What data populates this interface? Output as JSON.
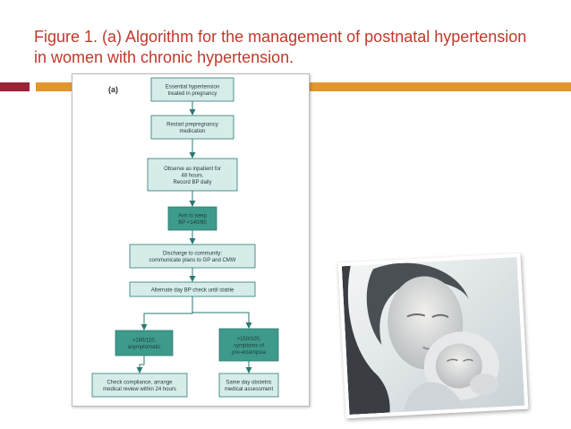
{
  "slide": {
    "title": "Figure 1. (a) Algorithm for the management of postnatal hypertension in women with chronic hypertension."
  },
  "figure": {
    "panel_label": "(a)",
    "nodes": [
      {
        "id": "n1",
        "lines": [
          "Essential hypertension",
          "treated in pregnancy"
        ],
        "style": "light"
      },
      {
        "id": "n2",
        "lines": [
          "Restart prepregnancy",
          "medication"
        ],
        "style": "light"
      },
      {
        "id": "n3",
        "lines": [
          "Observe as inpatient for",
          "48 hours.",
          "Record BP daily"
        ],
        "style": "light"
      },
      {
        "id": "n4",
        "lines": [
          "Aim to keep",
          "BP <140/90"
        ],
        "style": "dark"
      },
      {
        "id": "n5",
        "lines": [
          "Discharge to community:",
          "communicate plans to GP and CMW"
        ],
        "style": "light"
      },
      {
        "id": "n6",
        "lines": [
          "Alternate day BP check  until stable"
        ],
        "style": "light"
      },
      {
        "id": "n7",
        "lines": [
          ">160/110,",
          "asymptomatic"
        ],
        "style": "dark"
      },
      {
        "id": "n8",
        "lines": [
          ">150/100,",
          "symptoms of",
          "pre-eclampsia"
        ],
        "style": "dark"
      },
      {
        "id": "n9",
        "lines": [
          "Check compliance, arrange",
          "medical review within 24 hours"
        ],
        "style": "light"
      },
      {
        "id": "n10",
        "lines": [
          "Same day obstetric",
          "medical assessment"
        ],
        "style": "light"
      }
    ],
    "edges": [
      [
        "n1",
        "n2"
      ],
      [
        "n2",
        "n3"
      ],
      [
        "n3",
        "n4"
      ],
      [
        "n4",
        "n5"
      ],
      [
        "n5",
        "n6"
      ],
      [
        "n6",
        "n7"
      ],
      [
        "n6",
        "n8"
      ],
      [
        "n7",
        "n9"
      ],
      [
        "n8",
        "n10"
      ]
    ]
  },
  "colors": {
    "title": "#c0392b",
    "rule_left": "#9b2335",
    "rule_right": "#e3952e",
    "box_light": "#d5ece9",
    "box_dark": "#3e9b8c",
    "box_border": "#2b7a72",
    "box_text": "#1e3b38",
    "arrow": "#2b7a72"
  },
  "photo": {
    "subject": "mother-holding-baby-photo"
  }
}
